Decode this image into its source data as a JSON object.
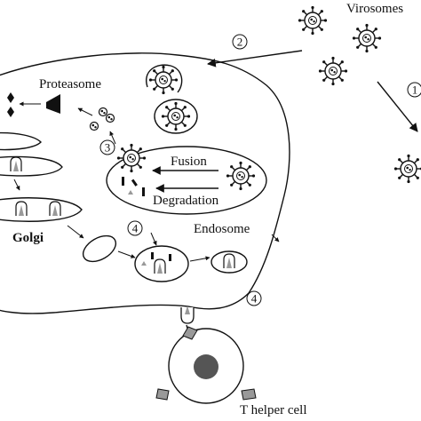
{
  "labels": {
    "virosomes": "Virosomes",
    "proteasome": "Proteasome",
    "fusion": "Fusion",
    "degradation": "Degradation",
    "golgi": "Golgi",
    "endosome": "Endosome",
    "t_helper_cell": "T helper cell"
  },
  "steps": {
    "step_1": "1",
    "step_2": "2",
    "step_3": "3",
    "step_4a": "4",
    "step_4b": "4"
  },
  "colors": {
    "ink": "#111111",
    "nucleus": "#555555",
    "mhc_fill": "#999999"
  },
  "icons": [
    "virosome-icon",
    "proteasome-icon",
    "mhc-molecule-icon",
    "peptide-icon"
  ]
}
